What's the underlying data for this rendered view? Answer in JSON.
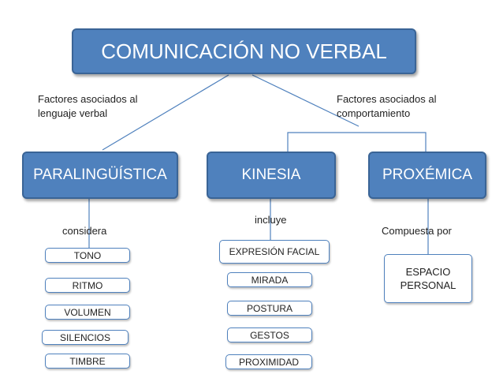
{
  "title": "COMUNICACIÓN NO VERBAL",
  "branches": {
    "left_label": "Factores asociados al lenguaje verbal",
    "right_label": "Factores asociados al comportamiento"
  },
  "categories": {
    "paralinguistica": "PARALINGÜÍSTICA",
    "kinesia": "KINESIA",
    "proxemica": "PROXÉMICA"
  },
  "connectors": {
    "considera": "considera",
    "incluye": "incluye",
    "compuesta_por": "Compuesta por"
  },
  "paralinguistica_items": [
    "TONO",
    "RITMO",
    "VOLUMEN",
    "SILENCIOS",
    "TIMBRE"
  ],
  "kinesia_items": [
    "EXPRESIÓN FACIAL",
    "MIRADA",
    "POSTURA",
    "GESTOS",
    "PROXIMIDAD"
  ],
  "proxemica_items": [
    "ESPACIO PERSONAL"
  ],
  "colors": {
    "box_fill": "#4f81bd",
    "box_border": "#3a6496",
    "line": "#4f81bd"
  }
}
